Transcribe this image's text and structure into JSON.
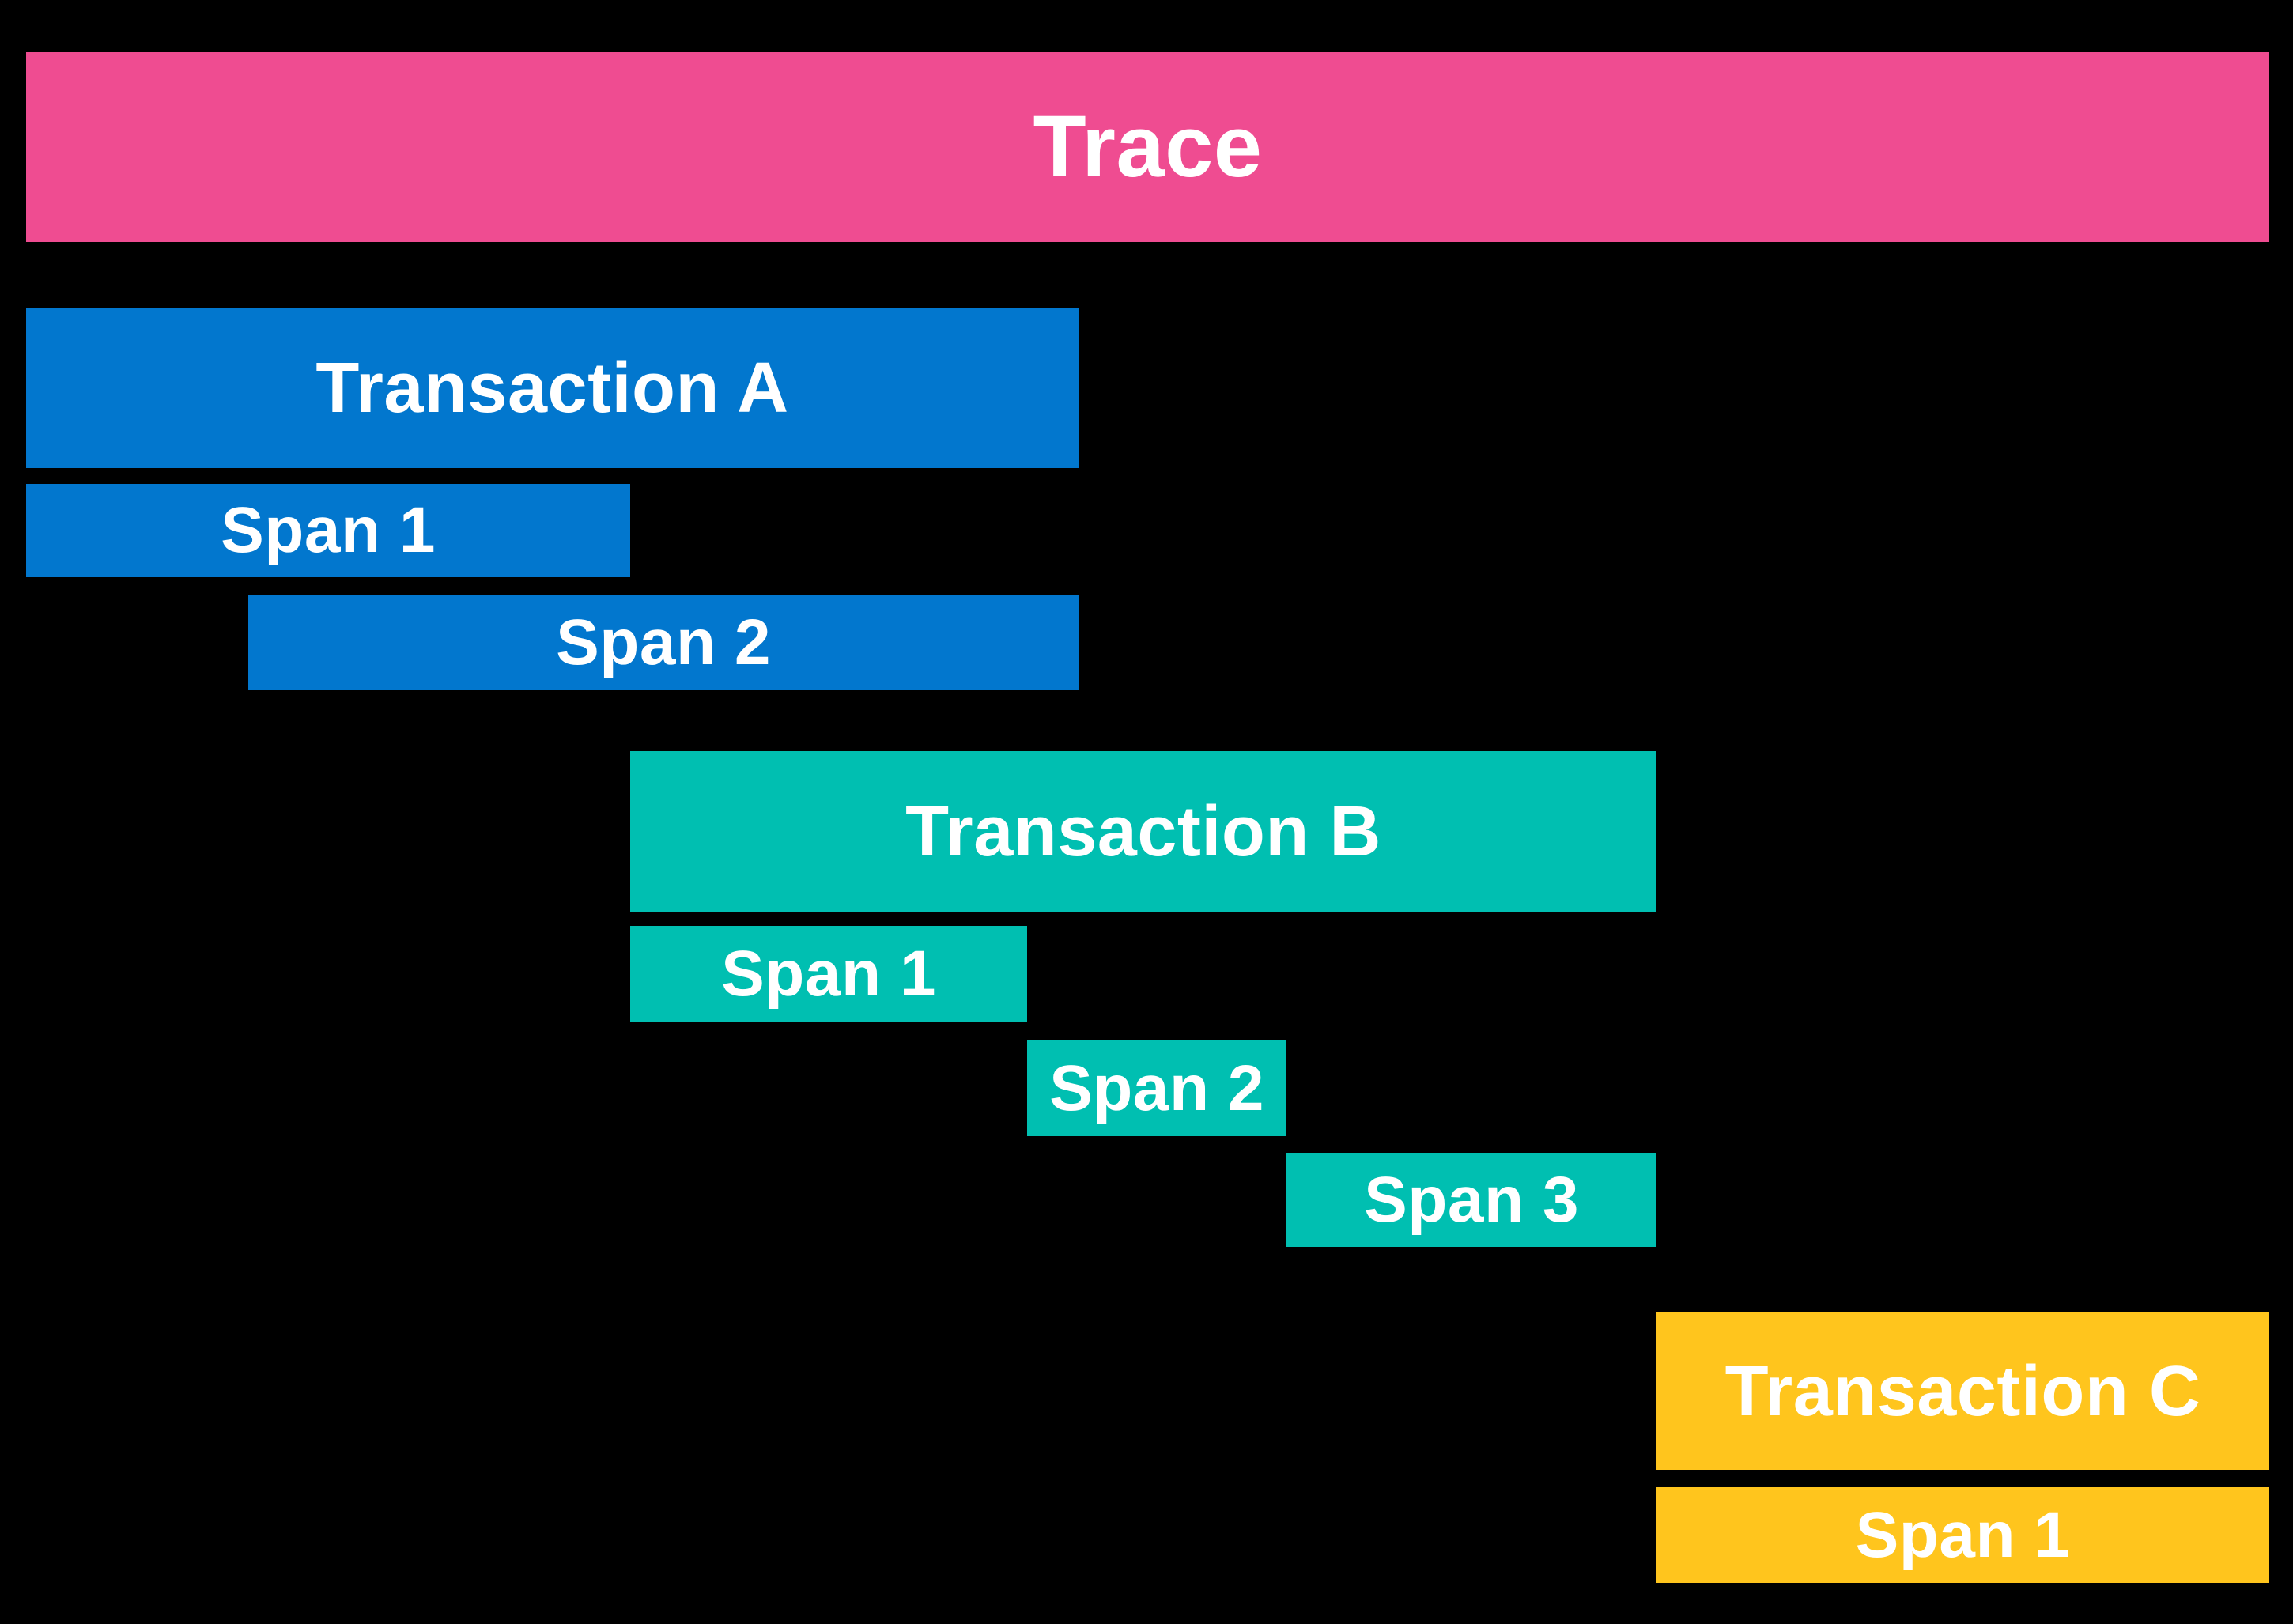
{
  "canvas": {
    "background": "#000000",
    "label_color": "#FFFFFF"
  },
  "trace": {
    "label": "Trace",
    "color": "#EF4C91",
    "transactions": [
      {
        "label": "Transaction A",
        "color": "#0277CE",
        "spans": [
          {
            "label": "Span 1"
          },
          {
            "label": "Span 2"
          }
        ]
      },
      {
        "label": "Transaction B",
        "color": "#00BFB1",
        "spans": [
          {
            "label": "Span 1"
          },
          {
            "label": "Span 2"
          },
          {
            "label": "Span 3"
          }
        ]
      },
      {
        "label": "Transaction C",
        "color": "#FFC51D",
        "spans": [
          {
            "label": "Span 1"
          }
        ]
      }
    ]
  }
}
